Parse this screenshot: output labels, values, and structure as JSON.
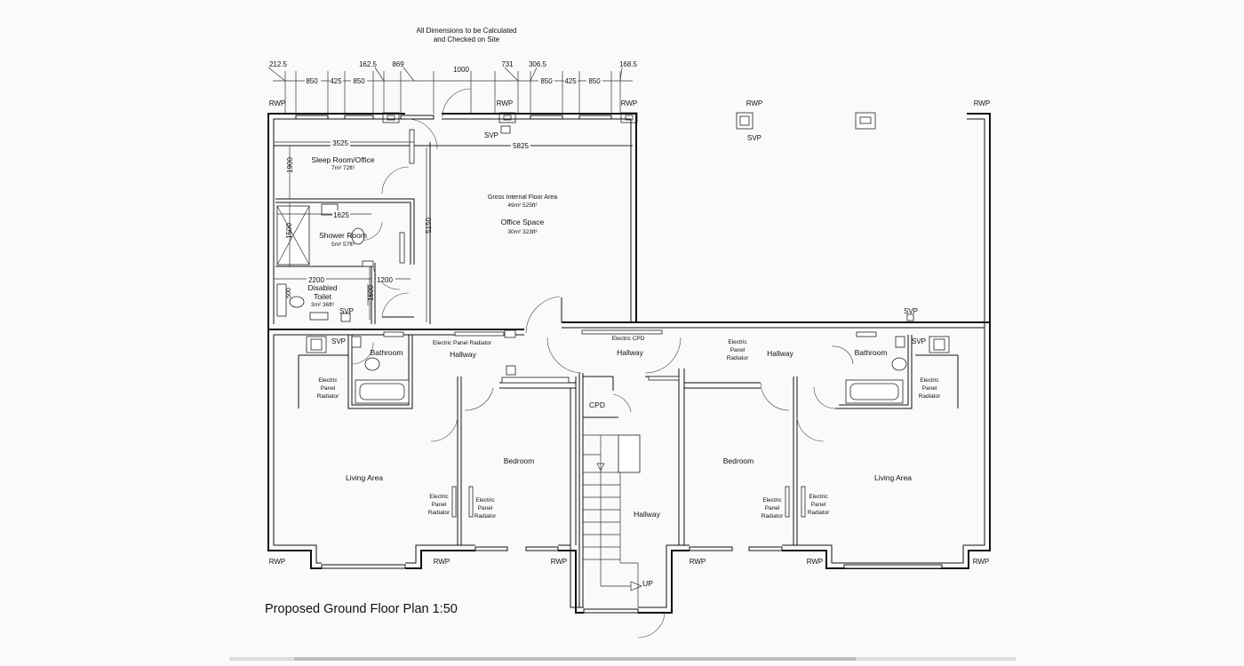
{
  "notes": {
    "line1": "All Dimensions to be Calculated",
    "line2": "and Checked on Site"
  },
  "plan_title": "Proposed Ground Floor Plan 1:50",
  "dimensions": {
    "d212_5": "212.5",
    "d850a": "850",
    "d425a": "425",
    "d850b": "850",
    "d162_5": "162.5",
    "d869": "869",
    "d1000": "1000",
    "d731": "731",
    "d306_5": "306.5",
    "d850c": "850",
    "d425b": "425",
    "d850d": "850",
    "d168_5": "168.5",
    "d3525": "3525",
    "d5825": "5825",
    "d1900": "1900",
    "d5150": "5150",
    "d1625": "1625",
    "d1500a": "1500",
    "d2200": "2200",
    "d1200": "1200",
    "d1500b": "1500",
    "d500": "500"
  },
  "labels": {
    "rwp": "RWP",
    "svp": "SVP",
    "cpd": "CPD",
    "up": "UP",
    "electric_cpd": "Electric CPD",
    "epr_inline": "Electric Panel Radiator",
    "epr_l1": "Electric",
    "epr_l2": "Panel",
    "epr_l3": "Radiator"
  },
  "rooms": {
    "sleep_room": {
      "name": "Sleep Room/Office",
      "area": "7m² 72ft²"
    },
    "gross_area": {
      "name": "Gross Internal Floor Area",
      "area": "49m² 525ft²"
    },
    "office_space": {
      "name": "Office Space",
      "area": "30m² 323ft²"
    },
    "shower_room": {
      "name": "Shower Room",
      "area": "5m² 57ft²"
    },
    "disabled_toilet": {
      "name1": "Disabled",
      "name2": "Toilet",
      "area": "3m² 36ft²"
    },
    "bathroom": "Bathroom",
    "hallway": "Hallway",
    "bedroom": "Bedroom",
    "living_area": "Living Area"
  },
  "scrollbar": {
    "horizontal_position": 0.29
  }
}
